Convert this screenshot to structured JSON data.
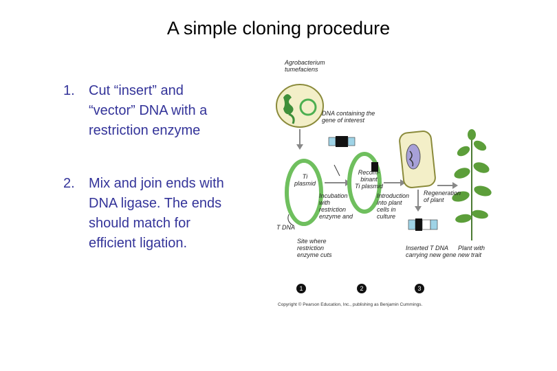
{
  "title": "A simple cloning procedure",
  "steps": [
    {
      "number": "1.",
      "lines": [
        "Cut “insert” and",
        "“vector” DNA with a",
        "restriction enzyme"
      ]
    },
    {
      "number": "2.",
      "lines": [
        "Mix and join ends with",
        "DNA ligase. The ends",
        "should match for",
        "efficient ligation."
      ]
    }
  ],
  "figure": {
    "labels": {
      "agrobacterium": [
        "Agrobacterium",
        "tumefaciens"
      ],
      "dna_interest": [
        "DNA containing the",
        "gene of interest"
      ],
      "ti_plasmid": [
        "Ti",
        "plasmid"
      ],
      "recombinant_ti": [
        "Recom-",
        "binant",
        "Ti plasmid"
      ],
      "incubation": [
        "Incubation",
        "with",
        "restriction",
        "enzyme and"
      ],
      "introduction": [
        "Introduction",
        "into plant",
        "cells in",
        "culture"
      ],
      "regeneration": [
        "Regeneration",
        "of plant"
      ],
      "t_dna": "T DNA",
      "site_enzyme": [
        "Site where",
        "restriction",
        "enzyme cuts"
      ],
      "inserted_t_dna": [
        "Inserted T DNA",
        "carrying new gene"
      ],
      "plant_trait": [
        "Plant with",
        "new trait"
      ]
    },
    "step_markers": [
      "1",
      "2",
      "3"
    ],
    "copyright": "Copyright © Pearson Education, Inc., publishing as Benjamin Cummings."
  }
}
